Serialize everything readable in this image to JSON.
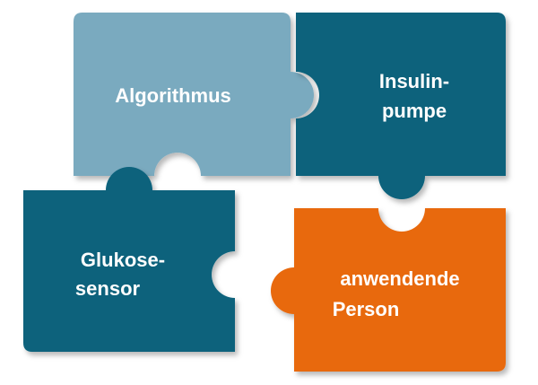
{
  "colors": {
    "light_blue": "#7aaabf",
    "dark_teal": "#08627c",
    "orange": "#e8690e",
    "text": "#ffffff"
  },
  "pieces": {
    "algorithmus": {
      "label": "Algorithmus"
    },
    "insulinpumpe": {
      "line1": "Insulin-",
      "line2": "pumpe"
    },
    "glukosesensor": {
      "line1": "Glukose-",
      "line2": "sensor"
    },
    "anwendende_person": {
      "line1": "anwendende",
      "line2": "Person"
    }
  }
}
